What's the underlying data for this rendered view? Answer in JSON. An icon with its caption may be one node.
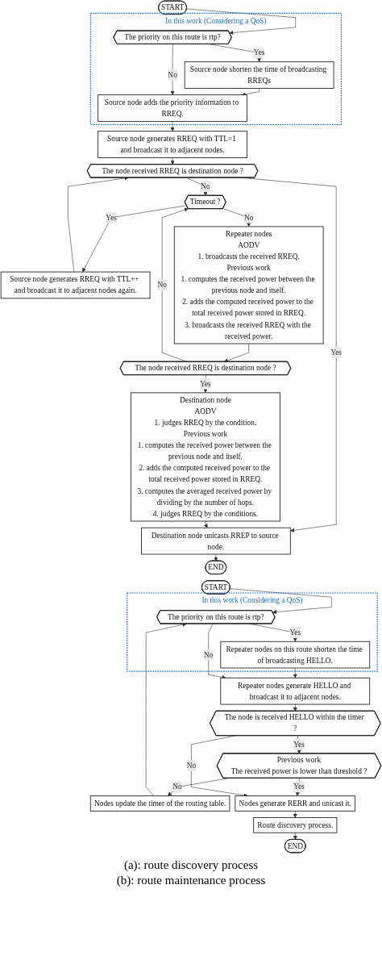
{
  "diagram": {
    "nodes": [
      {
        "text": [
          "START"
        ]
      },
      {
        "text": [
          "In this work (Considering a QoS)"
        ]
      },
      {
        "text": [
          "The priority on this route is rtp?"
        ],
        "in": 1
      },
      {
        "text": [
          "Source node shorten the time of broadcasting RREQs"
        ],
        "in": 1
      },
      {
        "text": [
          "Source node adds the priority information to RREQ."
        ],
        "in": 1
      },
      {
        "text": [
          "Source node generates RREQ with TTL=1 and broadcast it to adjacent nodes."
        ]
      },
      {
        "text": [
          "The node received RREQ is destination node ?"
        ]
      },
      {
        "text": [
          "Source node generates RREQ with TTL++ and broadcast it to adjacent nodes again."
        ]
      },
      {
        "text": [
          "Timeout ?"
        ]
      },
      {
        "text": [
          "Repeater nodes",
          "AODV",
          "1. broadcasts the received RREQ.",
          "Previous work",
          "1. computes the received power between the previous node and itself.",
          "2. adds the computed received power to the total received power stored in RREQ.",
          "3. broadcasts the received RREQ with the received power."
        ]
      },
      {
        "text": [
          "The node received RREQ is destination node ?"
        ]
      },
      {
        "text": [
          "Destination node",
          "AODV",
          "1. judges RREQ by the condition.",
          "Previous work",
          "1. computes the received power between the previous node and itself.",
          "2. adds the computed received power to the total received power stored in RREQ.",
          "3. computes the averaged received power by dividing by the number of hops.",
          "4. judges RREQ by the conditions."
        ]
      },
      {
        "text": [
          "Destination node unicasts RREP to source node."
        ]
      },
      {
        "text": [
          "END"
        ]
      },
      {
        "text": [
          "START"
        ]
      },
      {
        "text": [
          "In this work (Considering a QoS)"
        ]
      },
      {
        "text": [
          "The priority on this route is rtp?"
        ],
        "in": 15
      },
      {
        "text": [
          "Repeater nodes on this route shorten the time of broadcasting HELLO."
        ],
        "in": 15
      },
      {
        "text": [
          "Repeater nodes generate HELLO and broadcast it to adjacent nodes."
        ]
      },
      {
        "text": [
          "The node is received HELLO within the timer ?"
        ]
      },
      {
        "text": [
          "Previous work",
          "The received power is lower than threshold ?"
        ]
      },
      {
        "text": [
          "Nodes update the timer of the routing table."
        ]
      },
      {
        "text": [
          "Nodes generate RERR and unicast it."
        ]
      },
      {
        "text": [
          "Route discovery process."
        ]
      },
      {
        "text": [
          "END"
        ]
      }
    ],
    "edges": [
      {
        "from": 0,
        "to": 2,
        "arrow": "to"
      },
      {
        "from": 2,
        "to": 3,
        "label": "Yes",
        "arrow": "to"
      },
      {
        "from": 3,
        "to": 4,
        "arrow": "to"
      },
      {
        "from": 2,
        "to": 4,
        "label": "No",
        "arrow": "to"
      },
      {
        "from": 4,
        "to": 5,
        "arrow": "to"
      },
      {
        "from": 5,
        "to": 6,
        "arrow": "to"
      },
      {
        "from": 6,
        "to": 8,
        "label": "No",
        "arrow": "to"
      },
      {
        "from": 8,
        "to": 7,
        "label": "Yes",
        "arrow": "to"
      },
      {
        "from": 7,
        "to": 6,
        "arrow": "to"
      },
      {
        "from": 8,
        "to": 9,
        "label": "No",
        "arrow": "to"
      },
      {
        "from": 9,
        "to": 10,
        "arrow": "to"
      },
      {
        "from": 10,
        "to": 8,
        "label": "No",
        "arrow": "to"
      },
      {
        "from": 10,
        "to": 11,
        "label": "Yes",
        "arrow": "to"
      },
      {
        "from": 6,
        "to": 12,
        "label": "Yes",
        "arrow": "to"
      },
      {
        "from": 11,
        "to": 12,
        "arrow": "to"
      },
      {
        "from": 12,
        "to": 13,
        "arrow": "to"
      },
      {
        "from": 14,
        "to": 16,
        "arrow": "to"
      },
      {
        "from": 16,
        "to": 17,
        "label": "Yes",
        "arrow": "to"
      },
      {
        "from": 17,
        "to": 18,
        "arrow": "to"
      },
      {
        "from": 16,
        "to": 18,
        "label": "No",
        "arrow": "to"
      },
      {
        "from": 18,
        "to": 19,
        "arrow": "to"
      },
      {
        "from": 19,
        "to": 20,
        "label": "Yes",
        "arrow": "to"
      },
      {
        "from": 20,
        "to": 22,
        "label": "Yes",
        "arrow": "to"
      },
      {
        "from": 19,
        "to": 22,
        "label": "No",
        "arrow": "to"
      },
      {
        "from": 20,
        "to": 21,
        "label": "No",
        "arrow": "to"
      },
      {
        "from": 21,
        "to": 16,
        "arrow": "to"
      },
      {
        "from": 22,
        "to": 23,
        "arrow": "to"
      },
      {
        "from": 23,
        "to": 24,
        "arrow": "to"
      }
    ],
    "labels": [
      "(a): route discovery process",
      "(b): route maintenance process"
    ]
  }
}
